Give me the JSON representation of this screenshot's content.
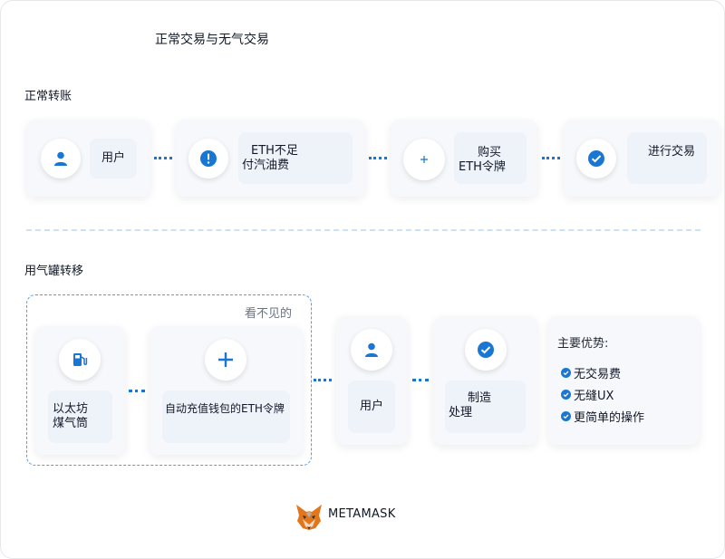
{
  "title": "正常交易与无气交易",
  "normal": {
    "label": "正常转账",
    "steps": [
      {
        "icon": "user-icon",
        "text": "用户"
      },
      {
        "icon": "alert-icon",
        "line1": "ETH不足",
        "line2": "付汽油费"
      },
      {
        "icon": "plus-icon",
        "line1": "购买",
        "line2": "ETH令牌"
      },
      {
        "icon": "check-icon",
        "text": "进行交易"
      }
    ]
  },
  "gasless": {
    "label": "用气罐转移",
    "invisible_label": "看不见的",
    "steps": [
      {
        "icon": "gas-pump-icon",
        "line1": "以太坊",
        "line2": "煤气筒"
      },
      {
        "icon": "plus-icon",
        "text": "自动充值钱包的ETH令牌"
      },
      {
        "icon": "user-icon",
        "text": "用户"
      },
      {
        "icon": "check-icon",
        "line1": "制造",
        "line2": "处理"
      }
    ],
    "benefits_title": "主要优势:",
    "benefits": [
      "无交易费",
      "无缝UX",
      "更简单的操作"
    ]
  },
  "brand": "METAMASK",
  "colors": {
    "accent": "#1976d2",
    "fox_orange": "#e2761b"
  }
}
